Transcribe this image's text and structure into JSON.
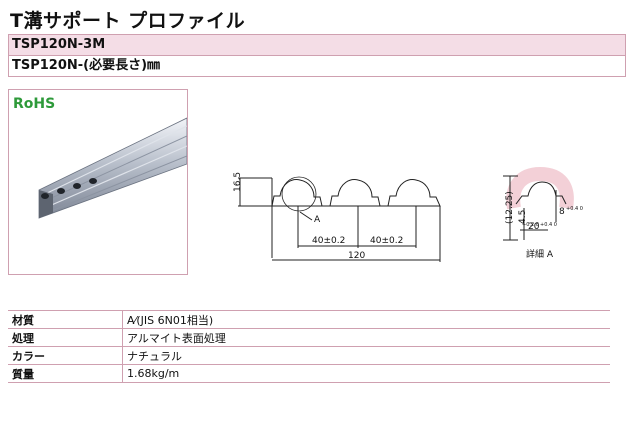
{
  "title": "T溝サポート プロファイル",
  "models": [
    "TSP120N-3M",
    "TSP120N-(必要長さ)㎜"
  ],
  "rohs_logo": "RoHS",
  "drawing": {
    "dim_height": "16.5",
    "label_a": "A",
    "pitch_1": "40±0.2",
    "pitch_2": "40±0.2",
    "width": "120",
    "detail_height": "(12.25)",
    "detail_offset": "4.5",
    "detail_offset_tol": "+0.2 0",
    "detail_slot": "20",
    "detail_slot_tol": "+0.4 0",
    "detail_gap": "8",
    "detail_gap_tol": "+0.4 0",
    "detail_caption": "詳細 A"
  },
  "specs": [
    {
      "label": "材質",
      "value": "A⁄(JIS 6N01相当)"
    },
    {
      "label": "処理",
      "value": "アルマイト表面処理"
    },
    {
      "label": "カラー",
      "value": "ナチュラル"
    },
    {
      "label": "質量",
      "value": "1.68kg/m"
    }
  ],
  "colors": {
    "accent": "#f4dde6",
    "border": "#cfa0b0",
    "rohs": "#2e9a3a"
  }
}
